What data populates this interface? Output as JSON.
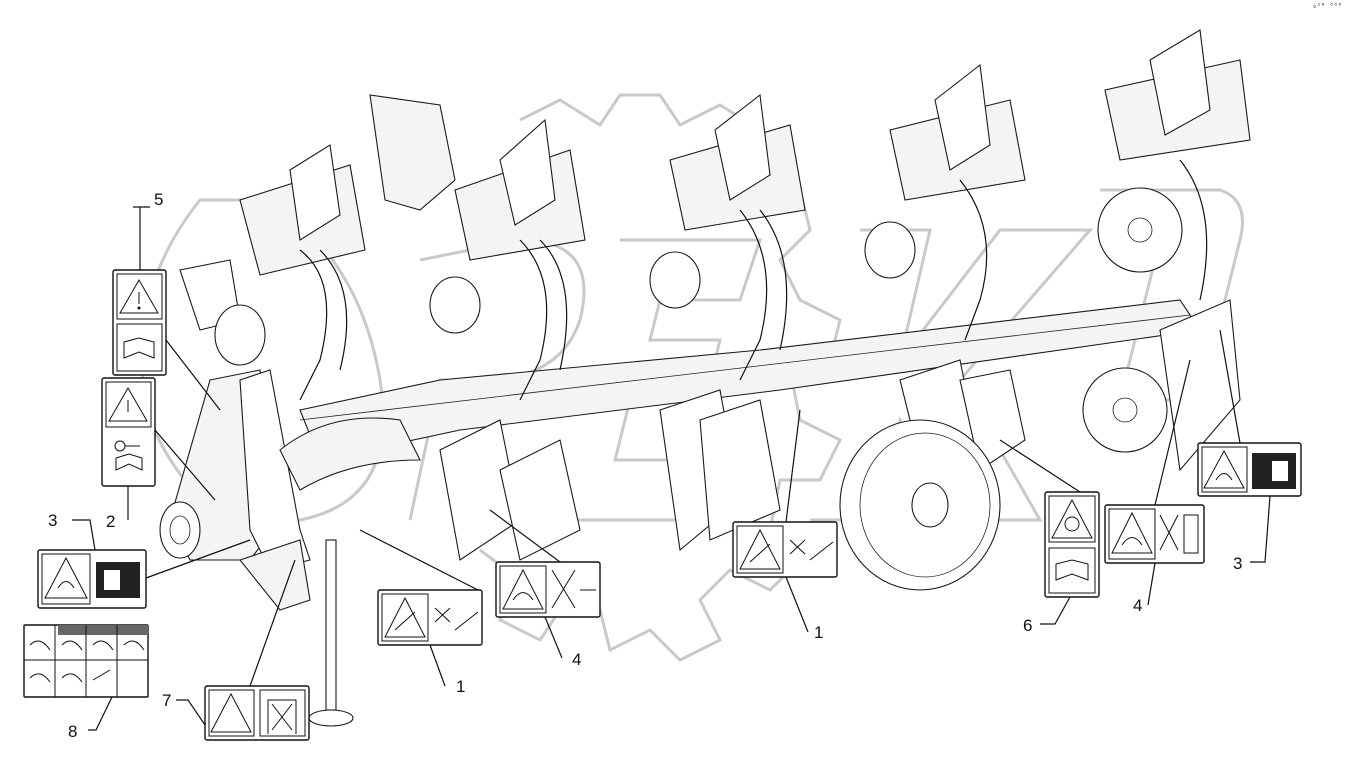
{
  "corner_code": "₀²⁰ ⁰⁰⁰",
  "callouts": [
    {
      "id": "c5",
      "label": "5"
    },
    {
      "id": "c2",
      "label": "2"
    },
    {
      "id": "c3a",
      "label": "3"
    },
    {
      "id": "c8",
      "label": "8"
    },
    {
      "id": "c7",
      "label": "7"
    },
    {
      "id": "c1a",
      "label": "1"
    },
    {
      "id": "c4a",
      "label": "4"
    },
    {
      "id": "c1b",
      "label": "1"
    },
    {
      "id": "c6",
      "label": "6"
    },
    {
      "id": "c4b",
      "label": "4"
    },
    {
      "id": "c3b",
      "label": "3"
    }
  ],
  "decals": [
    {
      "name": "decal-warning-manual",
      "callout": "5"
    },
    {
      "name": "decal-warning-key-manual",
      "callout": "2"
    },
    {
      "name": "decal-crush-hand-left",
      "callout": "3"
    },
    {
      "name": "decal-instruction-grid",
      "callout": "8"
    },
    {
      "name": "decal-crush-stand",
      "callout": "7"
    },
    {
      "name": "decal-cut-hand-left",
      "callout": "1"
    },
    {
      "name": "decal-pinch-distance-left",
      "callout": "4"
    },
    {
      "name": "decal-cut-hand-right",
      "callout": "1"
    },
    {
      "name": "decal-pressure-manual",
      "callout": "6"
    },
    {
      "name": "decal-pinch-distance-right",
      "callout": "4"
    },
    {
      "name": "decal-crush-hand-right",
      "callout": "3"
    }
  ]
}
